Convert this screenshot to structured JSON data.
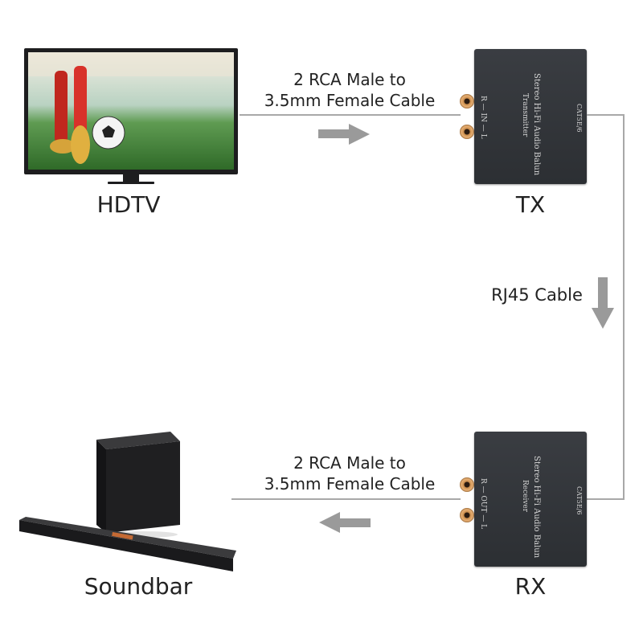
{
  "devices": {
    "hdtv": "HDTV",
    "tx": "TX",
    "rx": "RX",
    "soundbar": "Soundbar"
  },
  "cables": {
    "top": {
      "line1": "2 RCA Male to",
      "line2": "3.5mm Female Cable"
    },
    "rj45": "RJ45 Cable",
    "bottom": {
      "line1": "2 RCA Male to",
      "line2": "3.5mm Female Cable"
    }
  },
  "tx_box": {
    "title": "Stereo Hi-Fi Audio Balun",
    "subtitle": "Transmitter",
    "port_label": "R — IN — L",
    "cat_label": "CAT5E/6"
  },
  "rx_box": {
    "title": "Stereo Hi-Fi Audio Balun",
    "subtitle": "Receiver",
    "port_label": "R — OUT — L",
    "cat_label": "CAT5E/6"
  },
  "colors": {
    "wire": "#a8a8a8",
    "arrow": "#9a9a9a",
    "box": "#33363b",
    "rca": "#e0a868"
  }
}
